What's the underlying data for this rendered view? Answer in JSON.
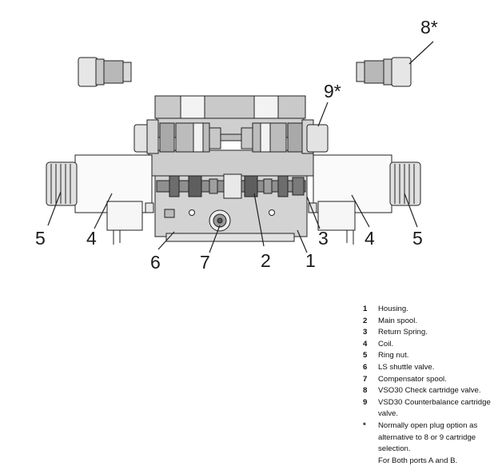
{
  "callouts": {
    "c1": "1",
    "c2": "2",
    "c3": "3",
    "c4a": "4",
    "c4b": "4",
    "c5a": "5",
    "c5b": "5",
    "c6": "6",
    "c7": "7",
    "c8": "8*",
    "c9": "9*"
  },
  "legend": [
    {
      "num": "1",
      "text": "Housing."
    },
    {
      "num": "2",
      "text": "Main spool."
    },
    {
      "num": "3",
      "text": "Return Spring."
    },
    {
      "num": "4",
      "text": "Coil."
    },
    {
      "num": "5",
      "text": "Ring nut."
    },
    {
      "num": "6",
      "text": "LS shuttle valve."
    },
    {
      "num": "7",
      "text": "Compensator spool."
    },
    {
      "num": "8",
      "text": "VSO30 Check cartridge valve."
    },
    {
      "num": "9",
      "text": "VSD30 Counterbalance cartridge valve."
    },
    {
      "num": "*",
      "text": "Normally open plug option as alternative to 8 or 9 cartridge selection."
    }
  ],
  "legend_note": "For Both ports A and B."
}
